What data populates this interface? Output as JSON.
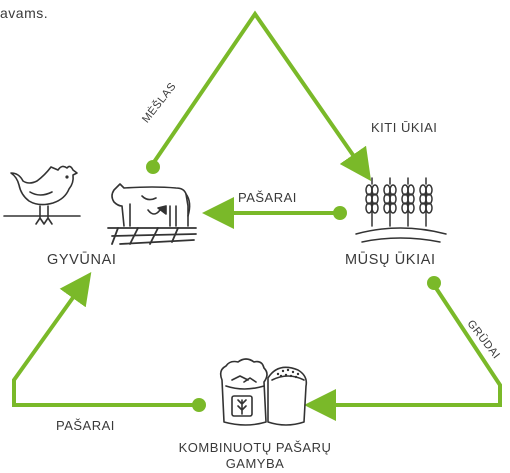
{
  "top_text": "avams.",
  "nodes": {
    "animals": "GYVŪNAI",
    "farms": "MŪSŲ ŪKIAI",
    "feed_production_line1": "KOMBINUOTŲ PAŠARŲ",
    "feed_production_line2": "GAMYBA"
  },
  "edge_labels": {
    "manure": "MĖŠLAS",
    "other_farms": "KITI ŪKIAI",
    "feed_top": "PAŠARAI",
    "grain": "GRŪDAI",
    "feed_bottom": "PAŠARAI"
  },
  "colors": {
    "accent": "#7ab929",
    "ink": "#333333",
    "text": "#3a3a3a"
  },
  "icons": [
    "hen-icon",
    "cow-icon",
    "wheat-icon",
    "feed-bags-icon"
  ]
}
